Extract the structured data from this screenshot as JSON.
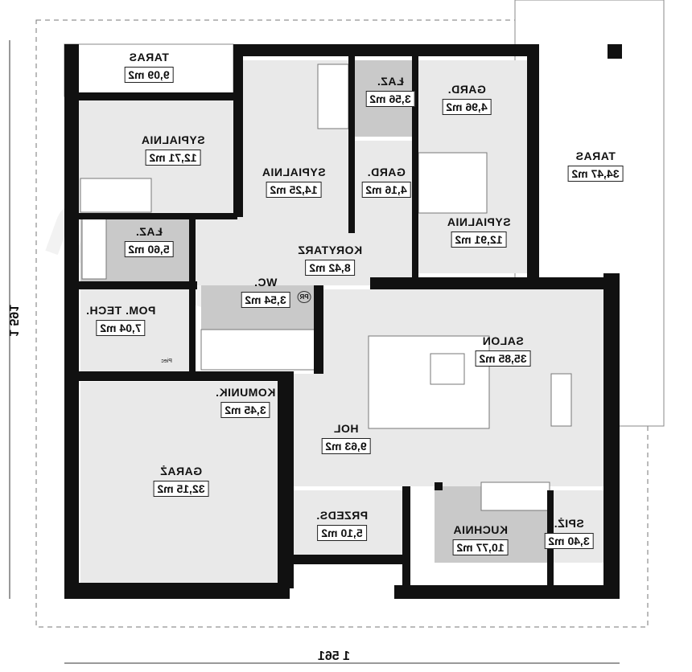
{
  "rooms": [
    {
      "name": "TARAS",
      "area": "9,09 m2"
    },
    {
      "name": "ŁAZ.",
      "area": "3,56 m2"
    },
    {
      "name": "GARD.",
      "area": "4,96 m2"
    },
    {
      "name": "SYPIALNIA",
      "area": "12,71 m2"
    },
    {
      "name": "SYPIALNIA",
      "area": "14,25 m2"
    },
    {
      "name": "GARD.",
      "area": "4,16 m2"
    },
    {
      "name": "TARAS",
      "area": "34,47 m2"
    },
    {
      "name": "SYPIALNIA",
      "area": "12,91 m2"
    },
    {
      "name": "ŁAZ.",
      "area": "5,60 m2"
    },
    {
      "name": "KORYTARZ",
      "area": "8,42 m2"
    },
    {
      "name": "WC.",
      "area": "3,54 m2"
    },
    {
      "name": "POM. TECH.",
      "area": "7,04 m2"
    },
    {
      "name": "SALON",
      "area": "35,85 m2"
    },
    {
      "name": "KOMUNIK.",
      "area": "3,45 m2"
    },
    {
      "name": "HOL",
      "area": "9,63 m2"
    },
    {
      "name": "GARAŻ",
      "area": "32,15 m2"
    },
    {
      "name": "PRZEDS.",
      "area": "5,10 m2"
    },
    {
      "name": "KUCHNIA",
      "area": "10,77 m2"
    },
    {
      "name": "SPIŻ.",
      "area": "3,40 m2"
    }
  ],
  "dimensions": {
    "width": "1 561",
    "depth": "1 591"
  },
  "symbols": {
    "pr": "PR",
    "piec": "Piec"
  },
  "watermark": "extradom",
  "colors": {
    "wall": "#111111",
    "room": "#e9e9e9",
    "wet": "#c9c9c9"
  }
}
